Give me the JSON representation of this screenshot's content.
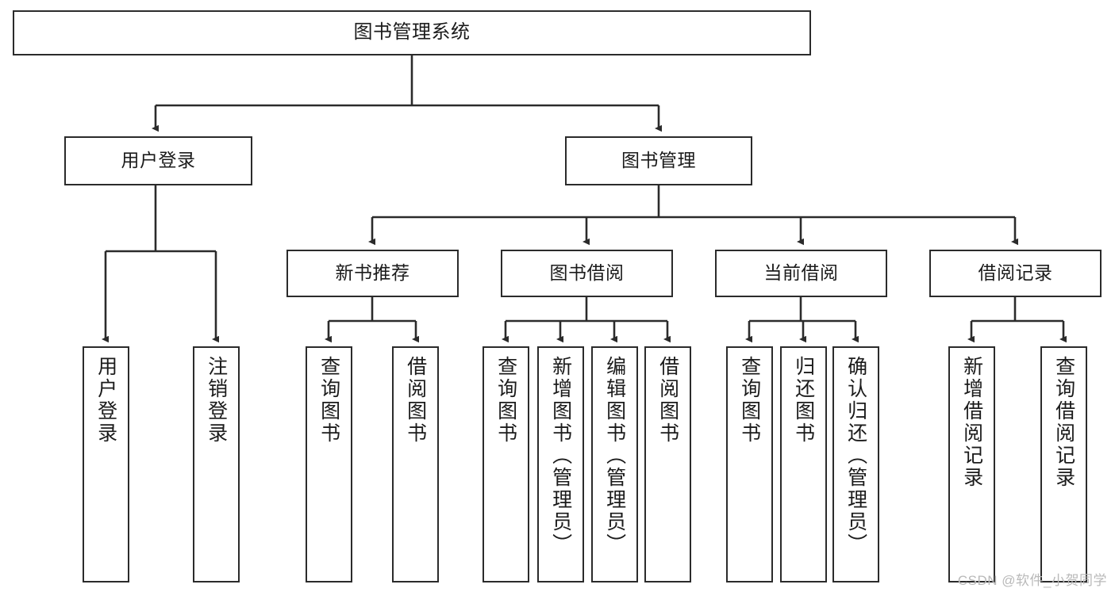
{
  "diagram": {
    "title": "图书管理系统",
    "type": "hierarchy-tree",
    "watermark": "CSDN @软件_小贺同学",
    "colors": {
      "box_border": "#2b2b2b",
      "box_fill": "#ffffff",
      "edge": "#2b2b2b",
      "text": "#1b1b1b",
      "watermark": "#b9b9b9"
    },
    "levels": {
      "root": {
        "label": "图书管理系统"
      },
      "level2": [
        {
          "id": "login",
          "label": "用户登录"
        },
        {
          "id": "bookmgmt",
          "label": "图书管理"
        }
      ],
      "level3": [
        {
          "id": "newbook",
          "label": "新书推荐"
        },
        {
          "id": "borrow",
          "label": "图书借阅"
        },
        {
          "id": "current",
          "label": "当前借阅"
        },
        {
          "id": "record",
          "label": "借阅记录"
        }
      ],
      "leaves": {
        "login": [
          {
            "label": "用户登录"
          },
          {
            "label": "注销登录"
          }
        ],
        "newbook": [
          {
            "label": "查询图书"
          },
          {
            "label": "借阅图书"
          }
        ],
        "borrow": [
          {
            "label": "查询图书"
          },
          {
            "label": "新增图书（管理员）"
          },
          {
            "label": "编辑图书（管理员）"
          },
          {
            "label": "借阅图书"
          }
        ],
        "current": [
          {
            "label": "查询图书"
          },
          {
            "label": "归还图书"
          },
          {
            "label": "确认归还（管理员）"
          }
        ],
        "record": [
          {
            "label": "新增借阅记录"
          },
          {
            "label": "查询借阅记录"
          }
        ]
      }
    }
  }
}
